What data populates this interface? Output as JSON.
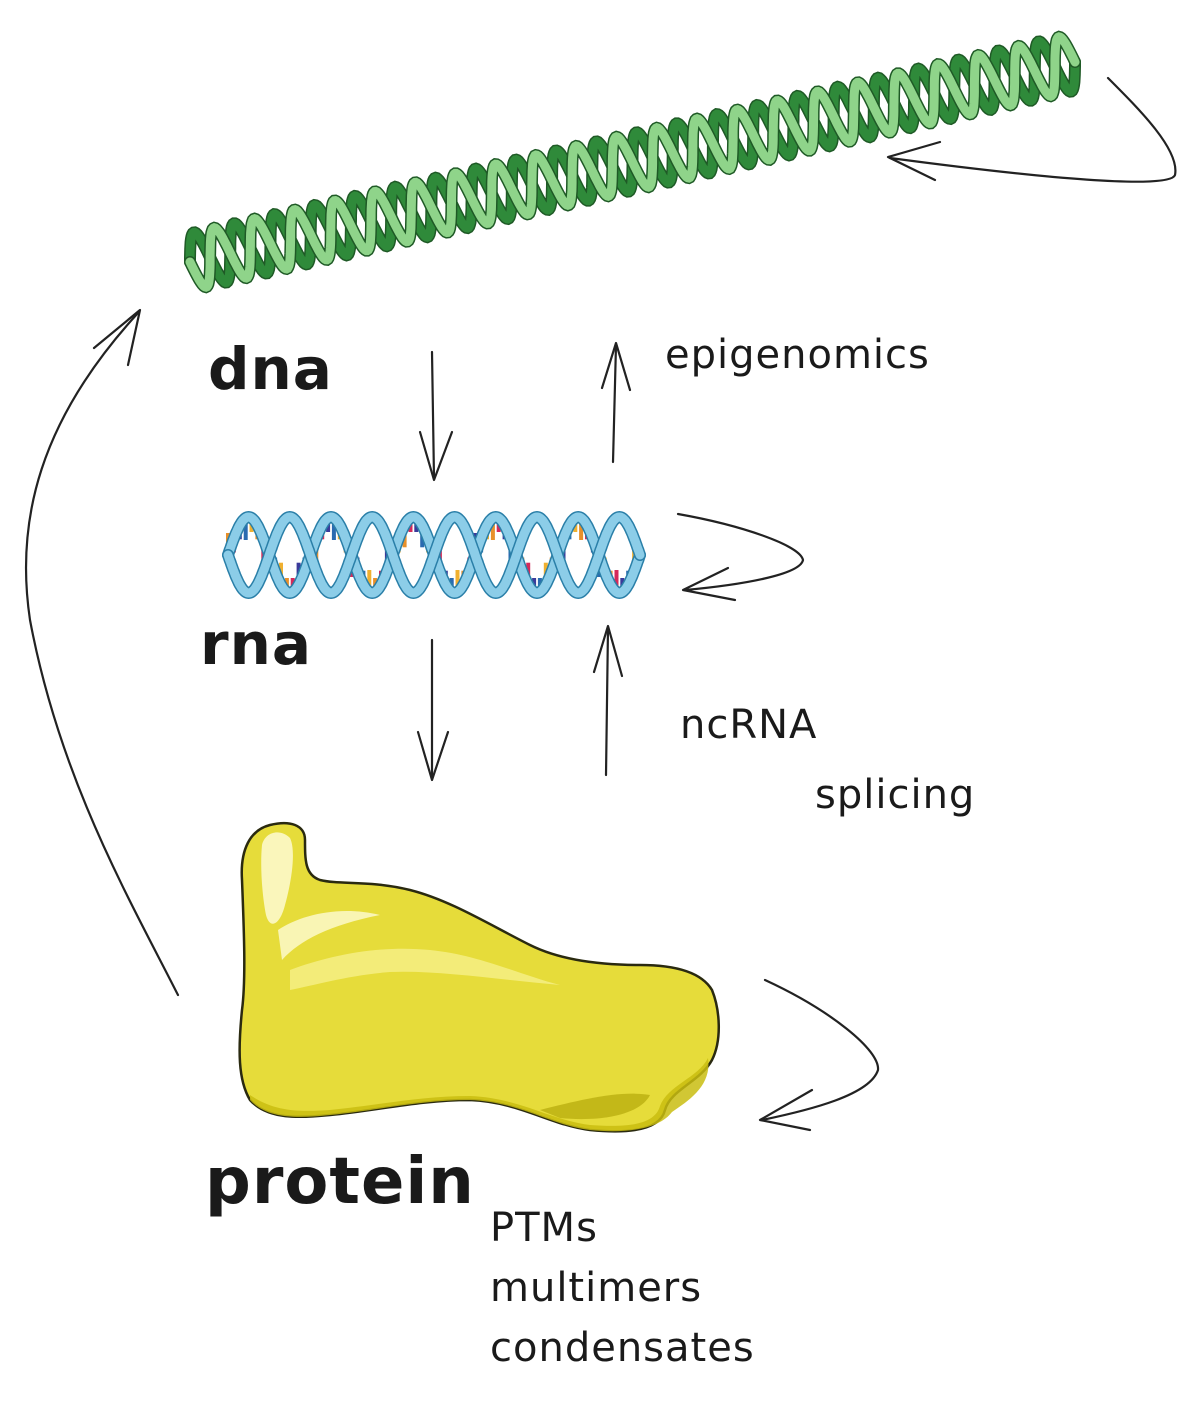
{
  "labels": {
    "dna": "dna",
    "rna": "rna",
    "protein": "protein",
    "epigenomics": "epigenomics",
    "ncrna": "ncRNA",
    "splicing": "splicing",
    "ptms": "PTMs",
    "multimers": "multimers",
    "condensates": "condensates"
  },
  "colors": {
    "dna_dark": "#2f8a3a",
    "dna_light": "#8fd48a",
    "rna_strand": "#8ccde8",
    "rna_edge": "#2a7fa8",
    "protein_fill": "#e6dc3a",
    "protein_shade": "#c9bd10",
    "protein_highlight": "#fbf7c2",
    "arrow": "#222222",
    "text": "#1a1a1a"
  }
}
